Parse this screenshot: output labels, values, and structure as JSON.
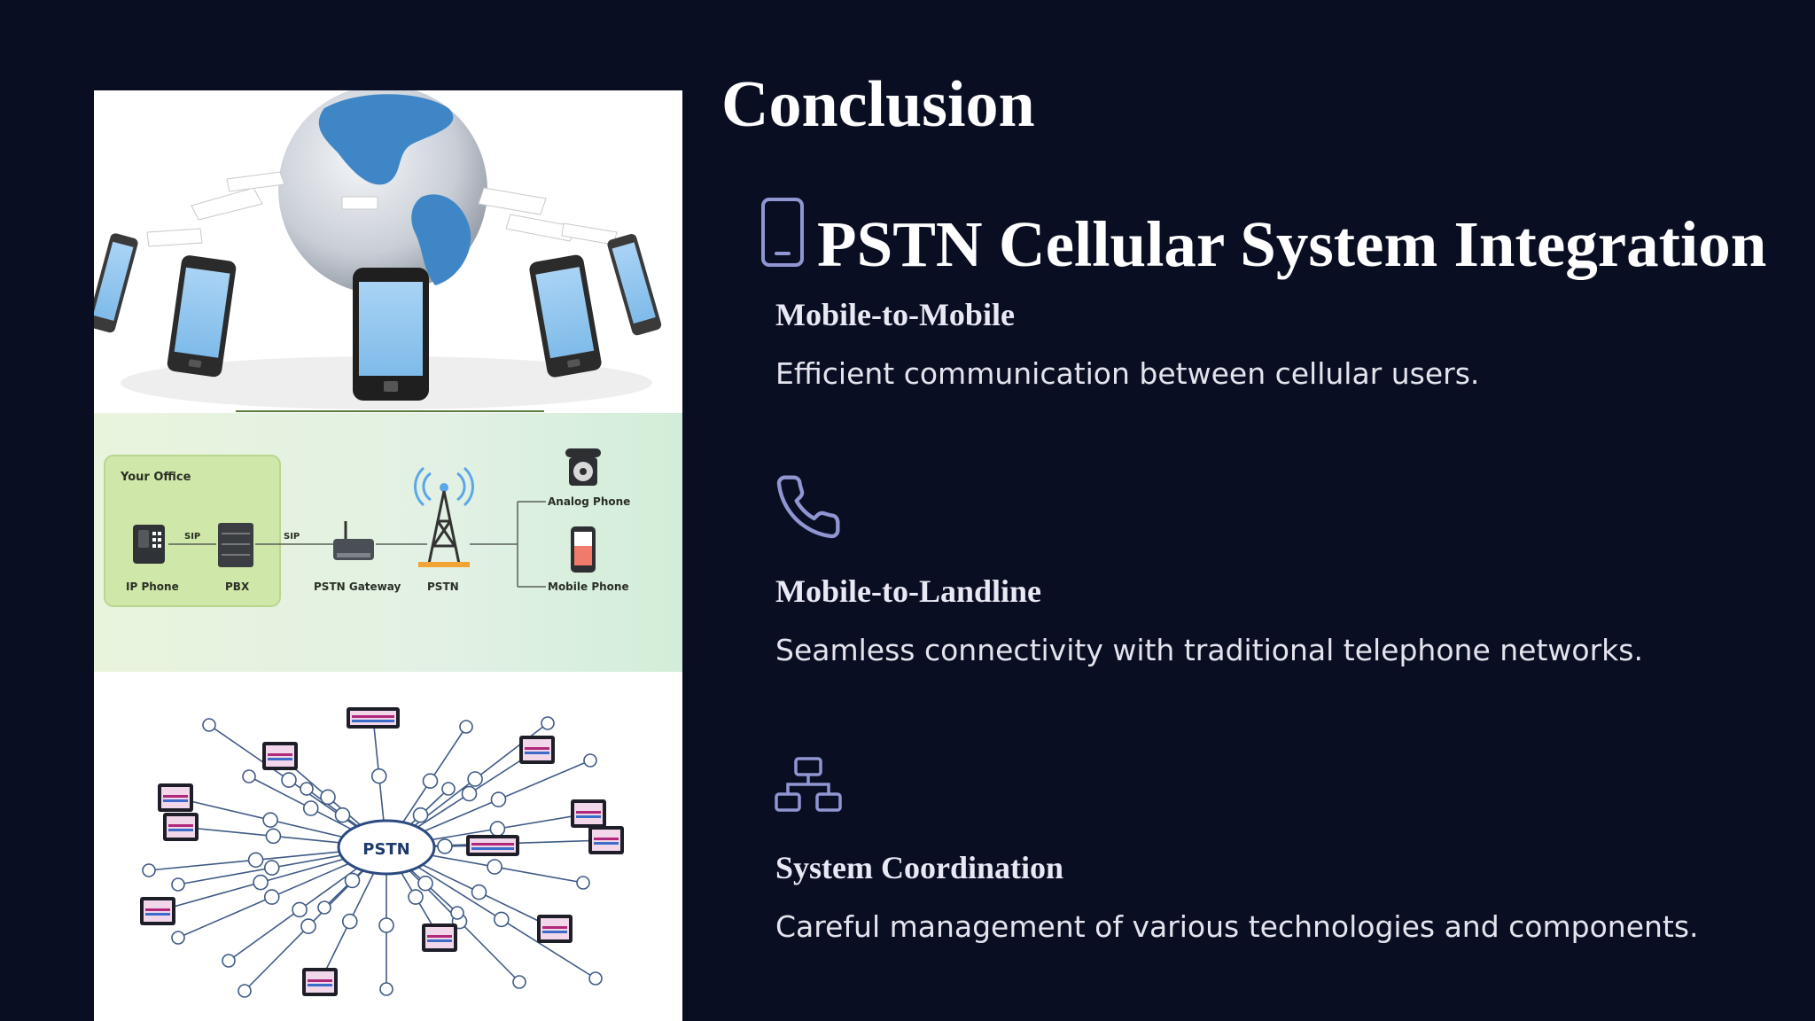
{
  "slide": {
    "title": "Conclusion",
    "subtitle": "PSTN Cellular System Integration",
    "accent_color": "#8f96d2",
    "background_color": "#0a0e22",
    "subtitle_icon": "mobile-phone-icon",
    "items": [
      {
        "icon": "phone-handset-icon",
        "heading": "Mobile-to-Mobile",
        "description": "Efficient communication between cellular users."
      },
      {
        "icon": "phone-handset-icon",
        "heading": "Mobile-to-Landline",
        "description": "Seamless connectivity with traditional telephone networks."
      },
      {
        "icon": "network-hierarchy-icon",
        "heading": "System Coordination",
        "description": "Careful management of various technologies and components."
      }
    ]
  },
  "diagram": {
    "office_label": "Your Office",
    "ip_phone": "IP Phone",
    "pbx": "PBX",
    "sip_1": "SIP",
    "sip_2": "SIP",
    "gateway": "PSTN Gateway",
    "pstn": "PSTN",
    "analog_phone": "Analog Phone",
    "mobile_phone": "Mobile Phone"
  },
  "network": {
    "hub_label": "PSTN"
  }
}
